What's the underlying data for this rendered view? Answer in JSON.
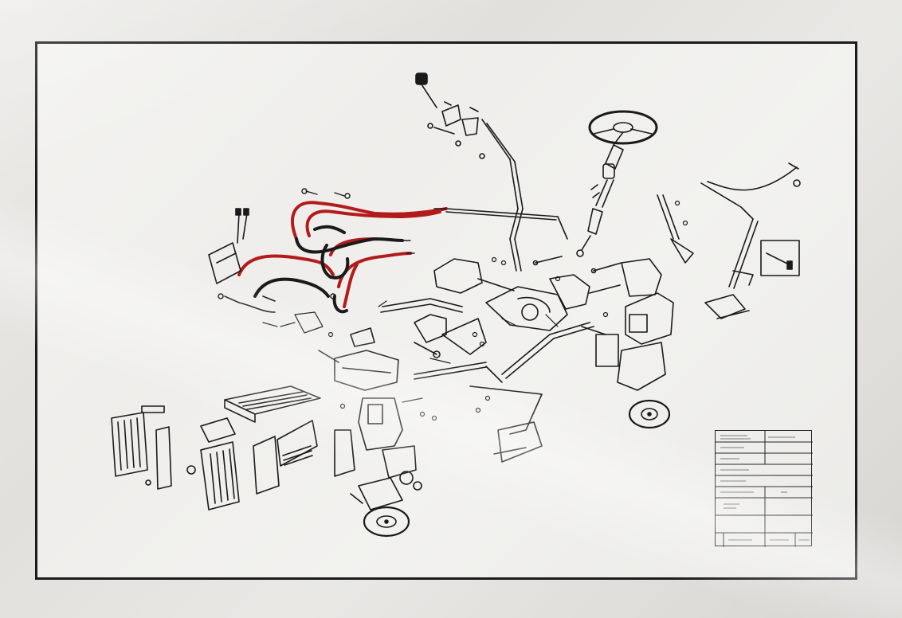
{
  "image": {
    "description_kind": "framed exploded-view technical drawing of a tractor assembly",
    "highlight_color": "#b31b1b",
    "line_color": "#1a1a1a",
    "paper_color": "#f4f3f0"
  },
  "title_block": {
    "rows": 9,
    "legibility": "illegible"
  }
}
